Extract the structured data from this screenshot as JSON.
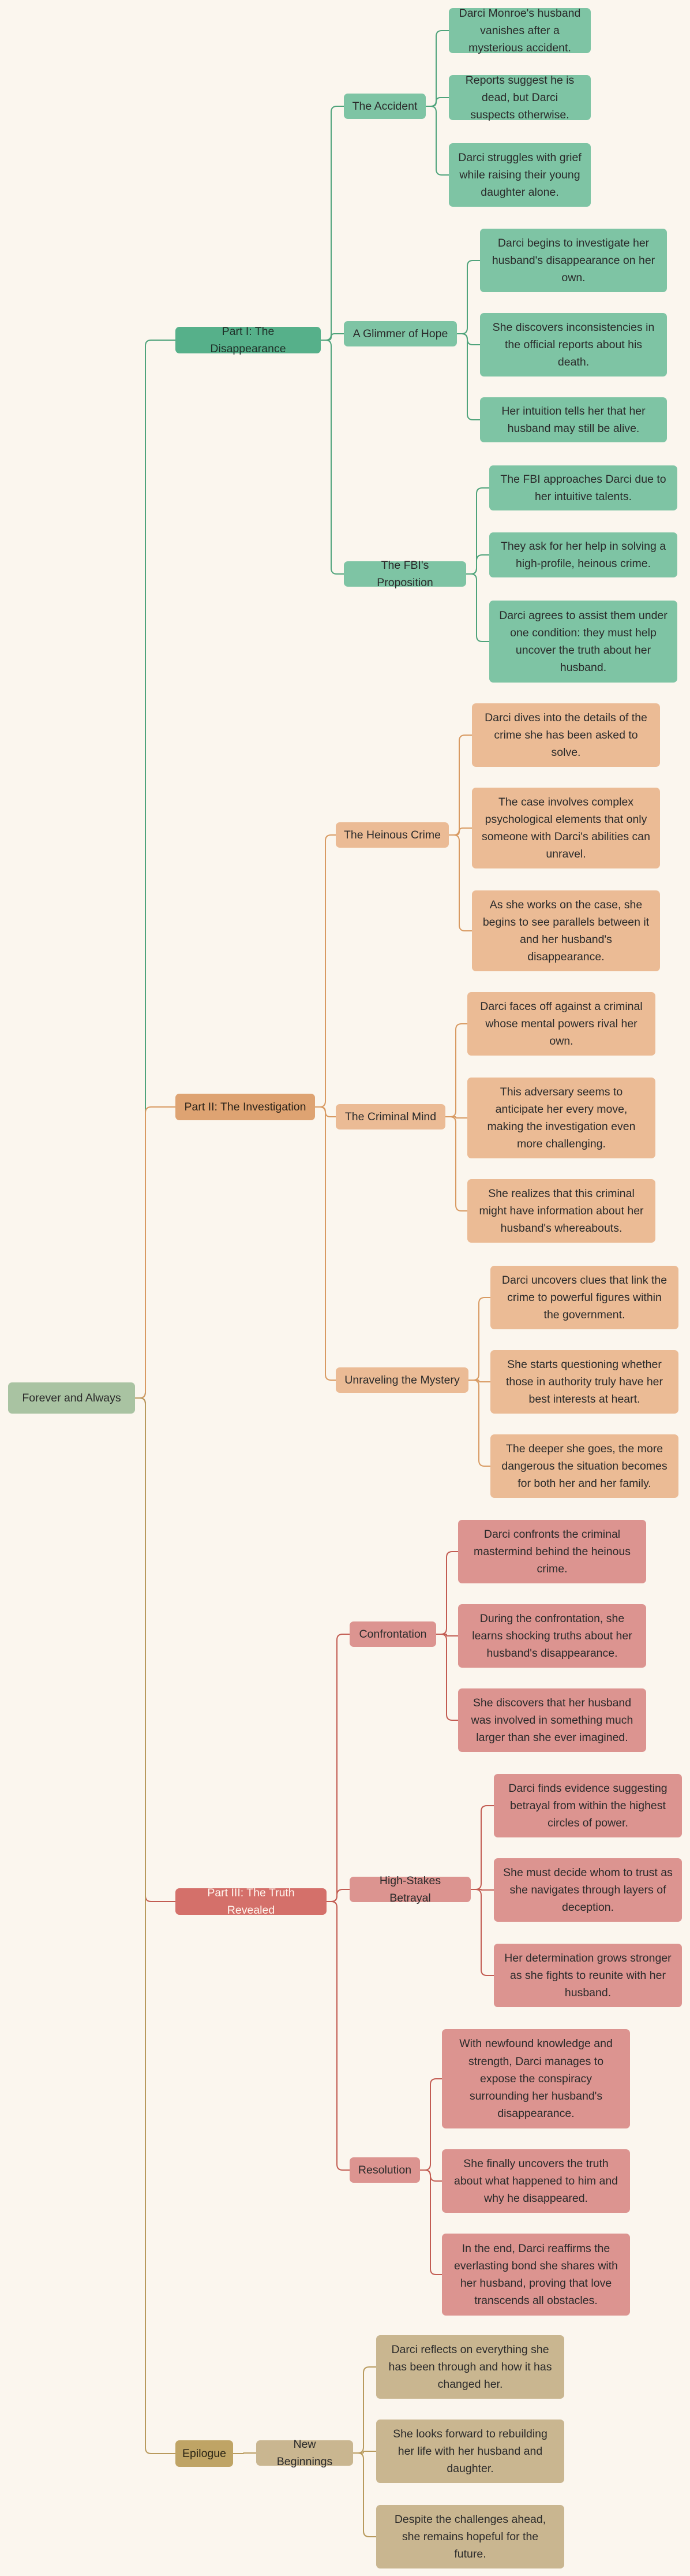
{
  "colors": {
    "background": "#fbf6ee",
    "root": "#a9c3a2",
    "part1_header": "#56b08a",
    "part1_node": "#7ec4a4",
    "part1_line": "#4fa37b",
    "part2_header": "#dea372",
    "part2_node": "#ebbb95",
    "part2_line": "#d89a62",
    "part3_header": "#d4706a",
    "part3_node": "#dc9490",
    "part3_line": "#c25c52",
    "epilogue_header": "#bfa465",
    "epilogue_node": "#c9b690",
    "epilogue_line": "#b89a5d"
  },
  "mindmap": {
    "root": "Forever and Always",
    "parts": [
      {
        "label": "Part I: The Disappearance",
        "sections": [
          {
            "label": "The Accident",
            "points": [
              "Darci Monroe's husband vanishes after a mysterious accident.",
              "Reports suggest he is dead, but Darci suspects otherwise.",
              "Darci struggles with grief while raising their young daughter alone."
            ]
          },
          {
            "label": "A Glimmer of Hope",
            "points": [
              "Darci begins to investigate her husband's disappearance on her own.",
              "She discovers inconsistencies in the official reports about his death.",
              "Her intuition tells her that her husband may still be alive."
            ]
          },
          {
            "label": "The FBI's Proposition",
            "points": [
              "The FBI approaches Darci due to her intuitive talents.",
              "They ask for her help in solving a high-profile, heinous crime.",
              "Darci agrees to assist them under one condition: they must help uncover the truth about her husband."
            ]
          }
        ]
      },
      {
        "label": "Part II: The Investigation",
        "sections": [
          {
            "label": "The Heinous Crime",
            "points": [
              "Darci dives into the details of the crime she has been asked to solve.",
              "The case involves complex psychological elements that only someone with Darci's abilities can unravel.",
              "As she works on the case, she begins to see parallels between it and her husband's disappearance."
            ]
          },
          {
            "label": "The Criminal Mind",
            "points": [
              "Darci faces off against a criminal whose mental powers rival her own.",
              "This adversary seems to anticipate her every move, making the investigation even more challenging.",
              "She realizes that this criminal might have information about her husband's whereabouts."
            ]
          },
          {
            "label": "Unraveling the Mystery",
            "points": [
              "Darci uncovers clues that link the crime to powerful figures within the government.",
              "She starts questioning whether those in authority truly have her best interests at heart.",
              "The deeper she goes, the more dangerous the situation becomes for both her and her family."
            ]
          }
        ]
      },
      {
        "label": "Part III: The Truth Revealed",
        "sections": [
          {
            "label": "Confrontation",
            "points": [
              "Darci confronts the criminal mastermind behind the heinous crime.",
              "During the confrontation, she learns shocking truths about her husband's disappearance.",
              "She discovers that her husband was involved in something much larger than she ever imagined."
            ]
          },
          {
            "label": "High-Stakes Betrayal",
            "points": [
              "Darci finds evidence suggesting betrayal from within the highest circles of power.",
              "She must decide whom to trust as she navigates through layers of deception.",
              "Her determination grows stronger as she fights to reunite with her husband."
            ]
          },
          {
            "label": "Resolution",
            "points": [
              "With newfound knowledge and strength, Darci manages to expose the conspiracy surrounding her husband's disappearance.",
              "She finally uncovers the truth about what happened to him and why he disappeared.",
              "In the end, Darci reaffirms the everlasting bond she shares with her husband, proving that love transcends all obstacles."
            ]
          }
        ]
      },
      {
        "label": "Epilogue",
        "sections": [
          {
            "label": "New Beginnings",
            "points": [
              "Darci reflects on everything she has been through and how it has changed her.",
              "She looks forward to rebuilding her life with her husband and daughter.",
              "Despite the challenges ahead, she remains hopeful for the future."
            ]
          }
        ]
      }
    ]
  }
}
